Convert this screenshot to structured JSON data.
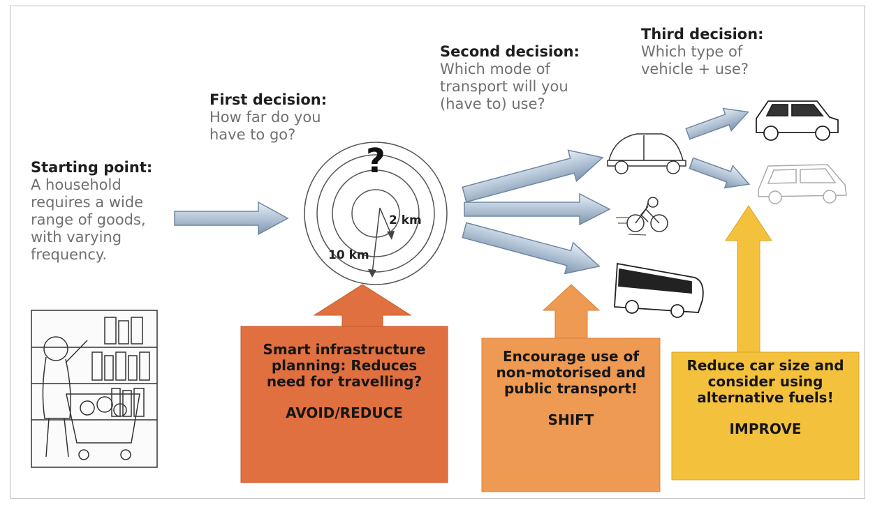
{
  "decisions": {
    "starting": {
      "title": "Starting point:",
      "text": "A household requires a wide range of goods, with varying frequency."
    },
    "first": {
      "title": "First decision:",
      "text": "How far do you have to go?"
    },
    "second": {
      "title": "Second decision:",
      "text": "Which mode of transport will you (have to) use?"
    },
    "third": {
      "title": "Third decision:",
      "text": "Which type of vehicle + use?"
    }
  },
  "distance": {
    "question": "?",
    "near": "2 km",
    "far": "10 km"
  },
  "strategies": {
    "avoid": {
      "text": "Smart infrastructure planning: Reduces need for travelling?",
      "label": "AVOID/REDUCE",
      "color": "#e07040"
    },
    "shift": {
      "text": "Encourage use of non-motorised and public transport!",
      "label": "SHIFT",
      "color": "#ee9a52"
    },
    "improve": {
      "text": "Reduce car size and consider using alternative fuels!",
      "label": "IMPROVE",
      "color": "#f4c13d"
    }
  },
  "icons": [
    "shopper-illustration",
    "small-car-icon",
    "cyclist-icon",
    "bus-icon",
    "suv-icon",
    "compact-car-icon"
  ]
}
